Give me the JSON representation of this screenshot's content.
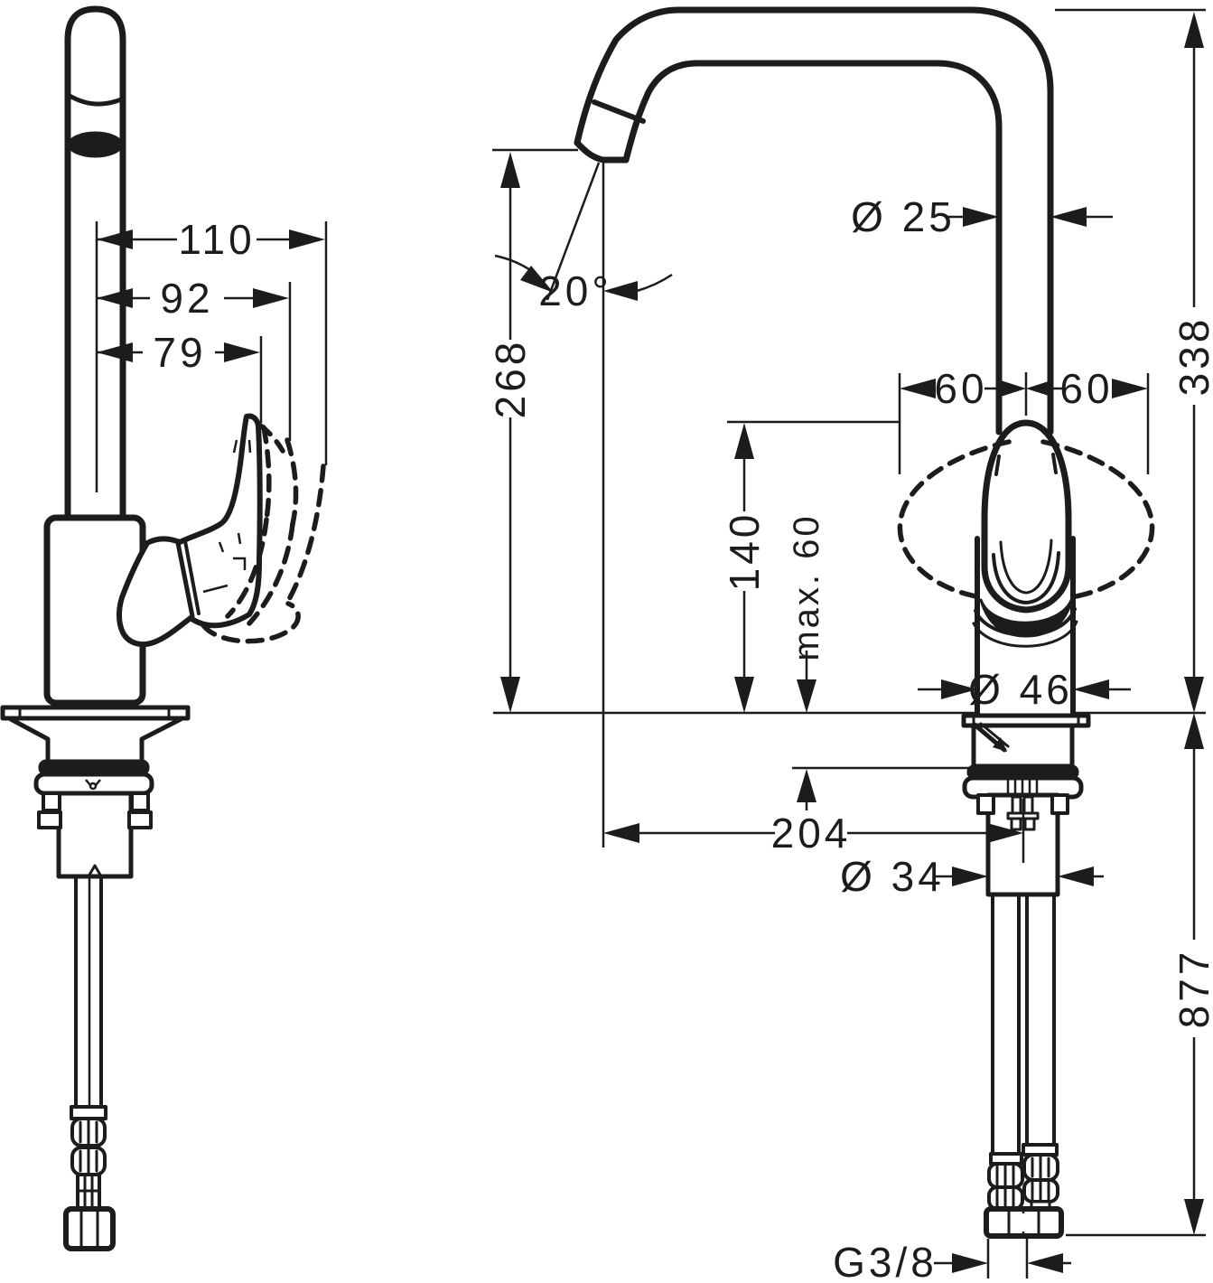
{
  "drawing_title": "faucet-installation-dimension-drawing",
  "colors": {
    "line": "#1c1c1c",
    "background": "#ffffff"
  },
  "left_view": {
    "dims": {
      "reach_full": "110",
      "reach_mid": "92",
      "reach_short": "79"
    }
  },
  "right_view": {
    "dims": {
      "spout_height": "268",
      "spout_angle": "20°",
      "spout_dia": "Ø 25",
      "swivel_left": "60",
      "swivel_right": "60",
      "total_height": "338",
      "handle_height": "140",
      "counter_max": "max. 60",
      "reach": "204",
      "body_dia": "Ø 46",
      "shank_dia": "Ø 34",
      "hose_length": "877",
      "thread": "G3/8"
    }
  }
}
